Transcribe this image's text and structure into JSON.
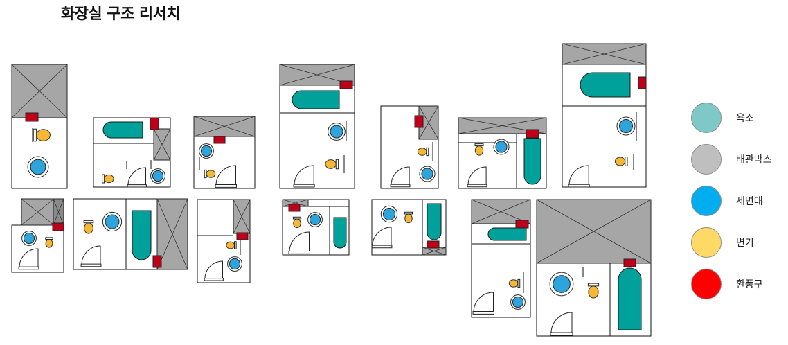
{
  "title": "화장실 구조 리서치",
  "legend": [
    {
      "label": "욕조",
      "color": "#7ec8c7"
    },
    {
      "label": "배관박스",
      "color": "#bfbfbf"
    },
    {
      "label": "세면대",
      "color": "#00aeef"
    },
    {
      "label": "변기",
      "color": "#ffd966"
    },
    {
      "label": "환풍구",
      "color": "#ff0000"
    }
  ],
  "plan_colors": {
    "bathtub": "#00a19a",
    "pipe_shaft": "#a6a6a6",
    "sink": "#2ea3dc",
    "toilet": "#f7b733",
    "vent": "#c00018"
  }
}
